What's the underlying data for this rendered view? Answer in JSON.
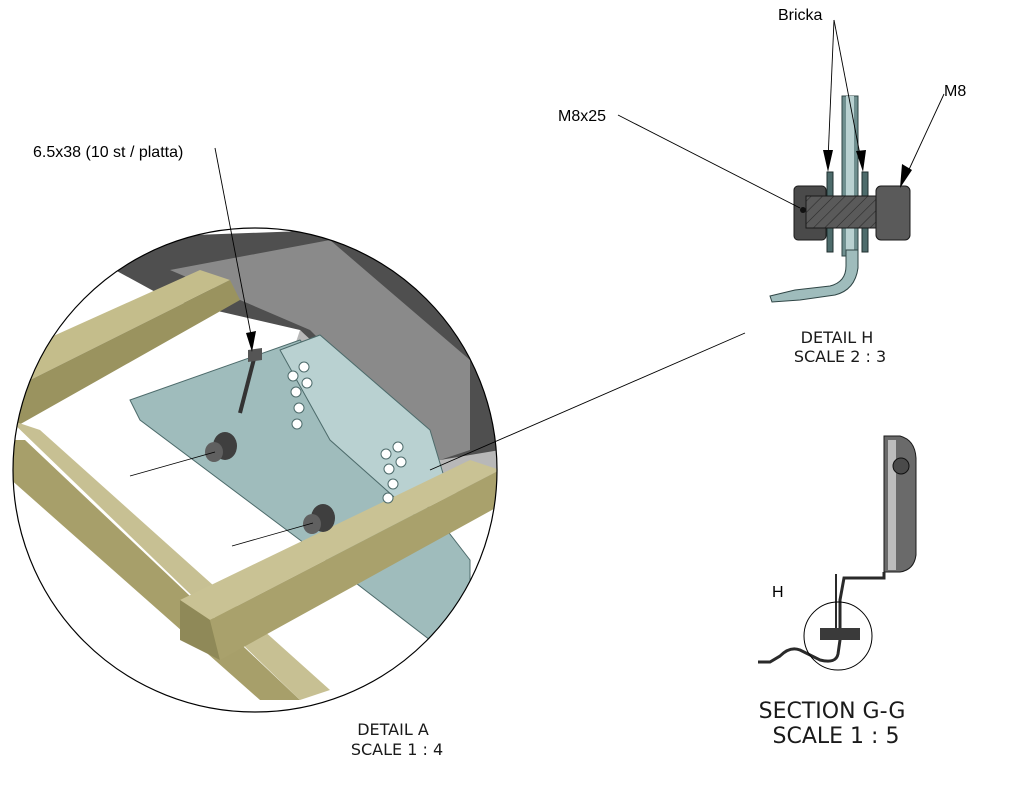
{
  "labels": {
    "screw": "6.5x38 (10 st / platta)",
    "bolt": "M8x25",
    "washer": "Bricka",
    "nut": "M8",
    "detail_h_marker": "H"
  },
  "captions": {
    "detail_a": {
      "title": "DETAIL A",
      "scale": "SCALE 1 : 4"
    },
    "detail_h": {
      "title": "DETAIL H",
      "scale": "SCALE 2 : 3"
    },
    "section_gg": {
      "title": "SECTION G-G",
      "scale": "SCALE 1 : 5"
    }
  },
  "colors": {
    "timber": "#b5ae7c",
    "timber_dark": "#8f8958",
    "plate": "#9fbcbc",
    "plate_dark": "#6f8f8f",
    "profile_light": "#9b9b9b",
    "profile_dark": "#555555",
    "bolt": "#4a4a4a"
  }
}
